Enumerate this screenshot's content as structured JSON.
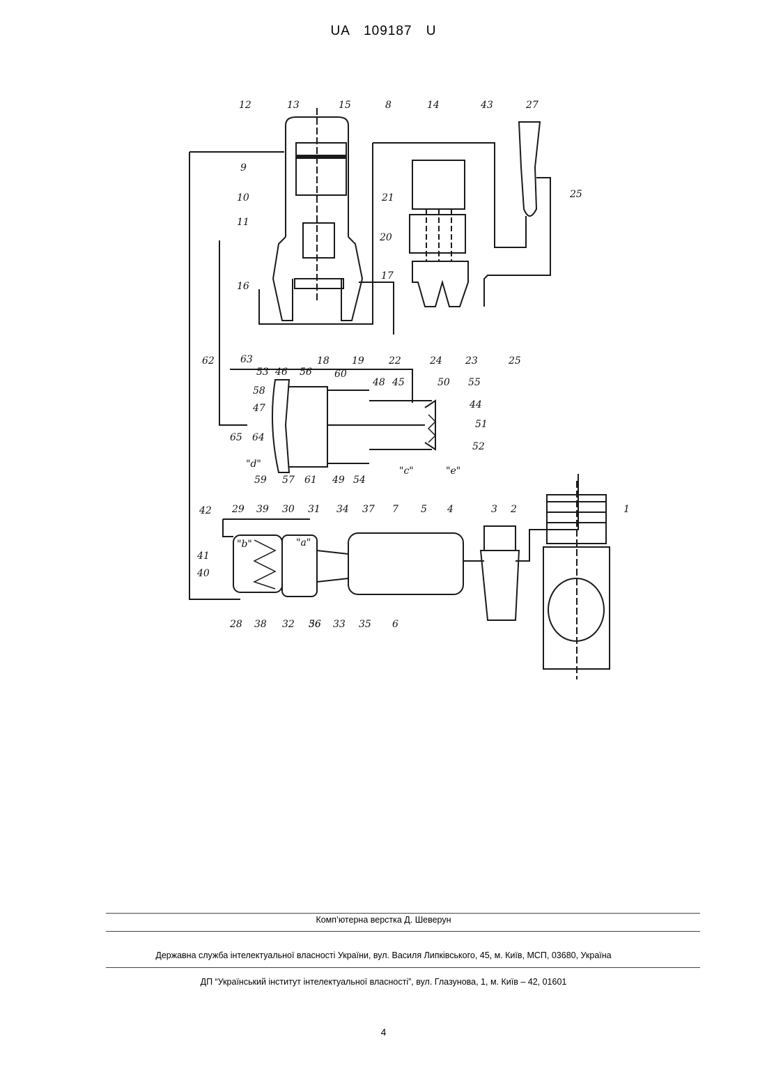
{
  "header": {
    "country": "UA",
    "number": "109187",
    "kind": "U"
  },
  "figure": {
    "labels": [
      "1",
      "2",
      "3",
      "4",
      "5",
      "6",
      "7",
      "8",
      "9",
      "10",
      "11",
      "12",
      "13",
      "14",
      "15",
      "16",
      "17",
      "18",
      "19",
      "20",
      "21",
      "22",
      "23",
      "24",
      "25",
      "25",
      "27",
      "28",
      "29",
      "30",
      "31",
      "32",
      "33",
      "34",
      "35",
      "36",
      "37",
      "38",
      "39",
      "40",
      "41",
      "42",
      "43",
      "44",
      "45",
      "46",
      "47",
      "48",
      "49",
      "50",
      "51",
      "52",
      "53",
      "54",
      "55",
      "56",
      "56",
      "57",
      "58",
      "59",
      "60",
      "61",
      "62",
      "63",
      "64",
      "65"
    ],
    "zone_labels": [
      "\"a\"",
      "\"b\"",
      "\"c\"",
      "\"d\"",
      "\"e\""
    ]
  },
  "footer": {
    "layout": "Комп’ютерна верстка Д. Шеверун",
    "agency": "Державна служба інтелектуальної власності України, вул. Василя Липківського, 45, м. Київ, МСП, 03680, Україна",
    "institute": "ДП “Український інститут інтелектуальної власності”, вул. Глазунова, 1, м. Київ – 42, 01601"
  },
  "page_number": "4"
}
